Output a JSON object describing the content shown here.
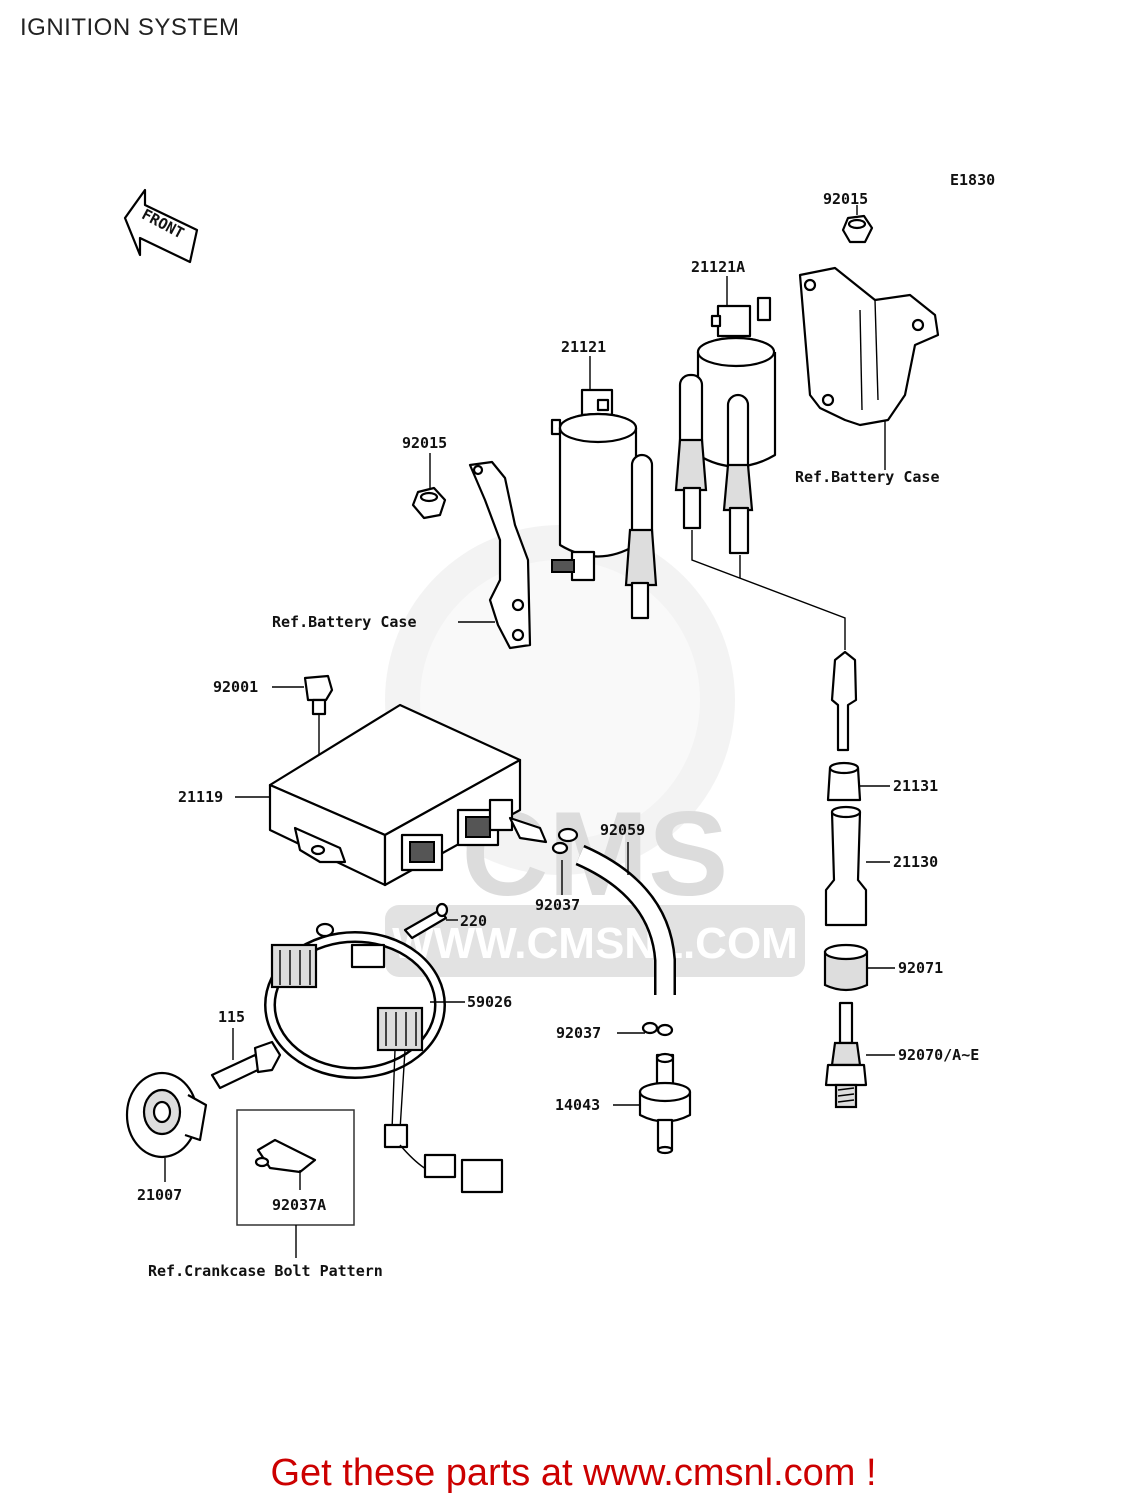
{
  "page": {
    "title": "IGNITION SYSTEM",
    "footer": "Get these parts at www.cmsnl.com !"
  },
  "diagram": {
    "code": "E1830",
    "front_label": "FRONT",
    "watermark": {
      "brand": "CMS",
      "url": "WWW.CMSNL.COM"
    },
    "refs": {
      "battery_case_right": "Ref.Battery Case",
      "battery_case_left": "Ref.Battery Case",
      "crankcase": "Ref.Crankcase Bolt Pattern"
    },
    "parts": [
      {
        "id": "p-92015-top",
        "number": "92015"
      },
      {
        "id": "p-21121a",
        "number": "21121A"
      },
      {
        "id": "p-21121",
        "number": "21121"
      },
      {
        "id": "p-92015-left",
        "number": "92015"
      },
      {
        "id": "p-92001",
        "number": "92001"
      },
      {
        "id": "p-21119",
        "number": "21119"
      },
      {
        "id": "p-92059",
        "number": "92059"
      },
      {
        "id": "p-92037-upper",
        "number": "92037"
      },
      {
        "id": "p-220",
        "number": "220"
      },
      {
        "id": "p-59026",
        "number": "59026"
      },
      {
        "id": "p-115",
        "number": "115"
      },
      {
        "id": "p-21007",
        "number": "21007"
      },
      {
        "id": "p-92037a",
        "number": "92037A"
      },
      {
        "id": "p-92037-lower",
        "number": "92037"
      },
      {
        "id": "p-14043",
        "number": "14043"
      },
      {
        "id": "p-21131",
        "number": "21131"
      },
      {
        "id": "p-21130",
        "number": "21130"
      },
      {
        "id": "p-92071",
        "number": "92071"
      },
      {
        "id": "p-92070",
        "number": "92070/A~E"
      }
    ]
  }
}
